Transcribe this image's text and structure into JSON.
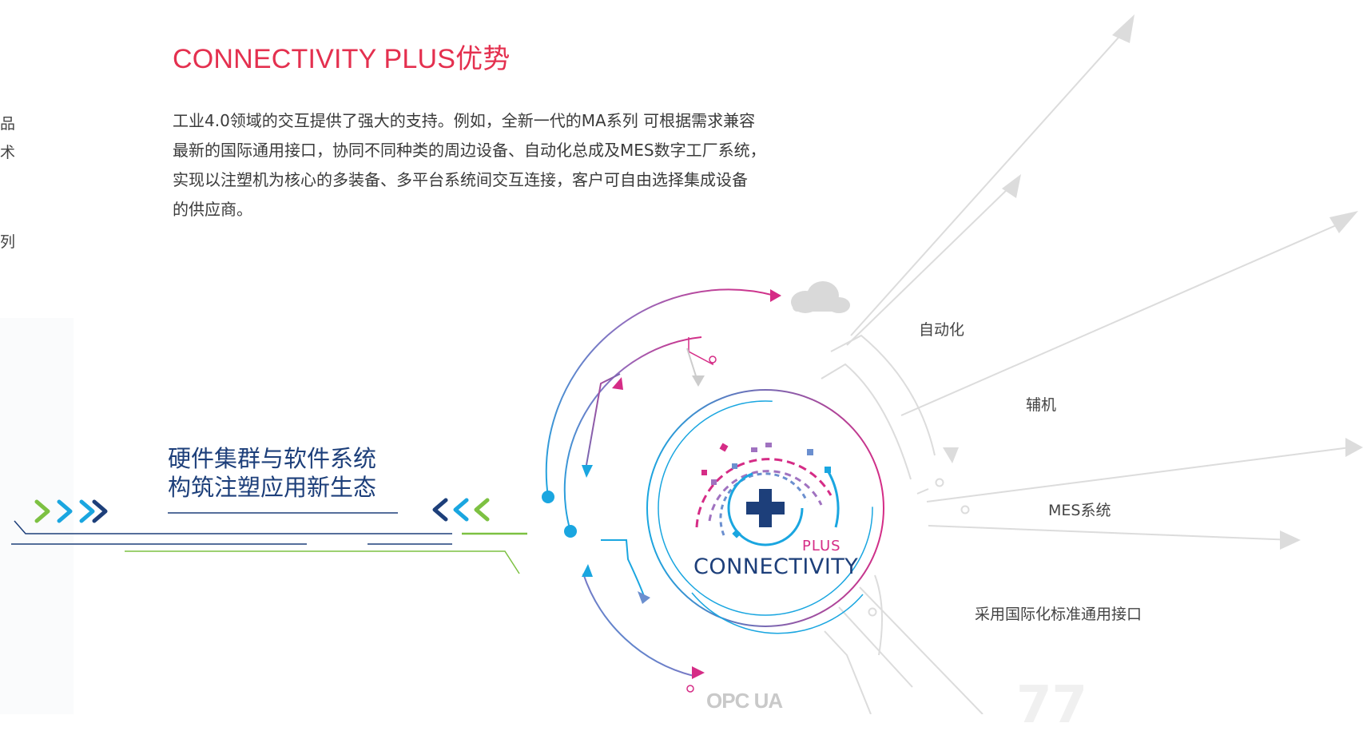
{
  "title": "CONNECTIVITY PLUS优势",
  "description": [
    "工业4.0领域的交互提供了强大的支持。例如，全新一代的MA系列   可根据需求兼容",
    "最新的国际通用接口，协同不同种类的周边设备、自动化总成及MES数字工厂系统，",
    "实现以注塑机为核心的多装备、多平台系统间交互连接，客户可自由选择集成设备",
    "的供应商。"
  ],
  "left_edge_text": [
    "品",
    "术",
    "列"
  ],
  "slogan": {
    "line1": "硬件集群与软件系统",
    "line2": "构筑注塑应用新生态"
  },
  "hub": {
    "plus_label": "PLUS",
    "brand_label": "CONNECTIVITY"
  },
  "branch_labels": {
    "automation": "自动化",
    "auxiliary": "辅机",
    "mes": "MES系统",
    "interface": "采用国际化标准通用接口"
  },
  "opc_logo_text": "OPC UA",
  "faint_number": "77",
  "icons": {
    "cloud": "cloud-icon",
    "plus": "plus-icon",
    "chevrons_right": "chevrons-right-icon",
    "chevrons_left": "chevrons-left-icon"
  },
  "colors": {
    "accent_red": "#e4304f",
    "navy": "#1d3f7a",
    "cyan": "#1aa6e0",
    "magenta": "#d52c86",
    "green": "#7dc142"
  }
}
